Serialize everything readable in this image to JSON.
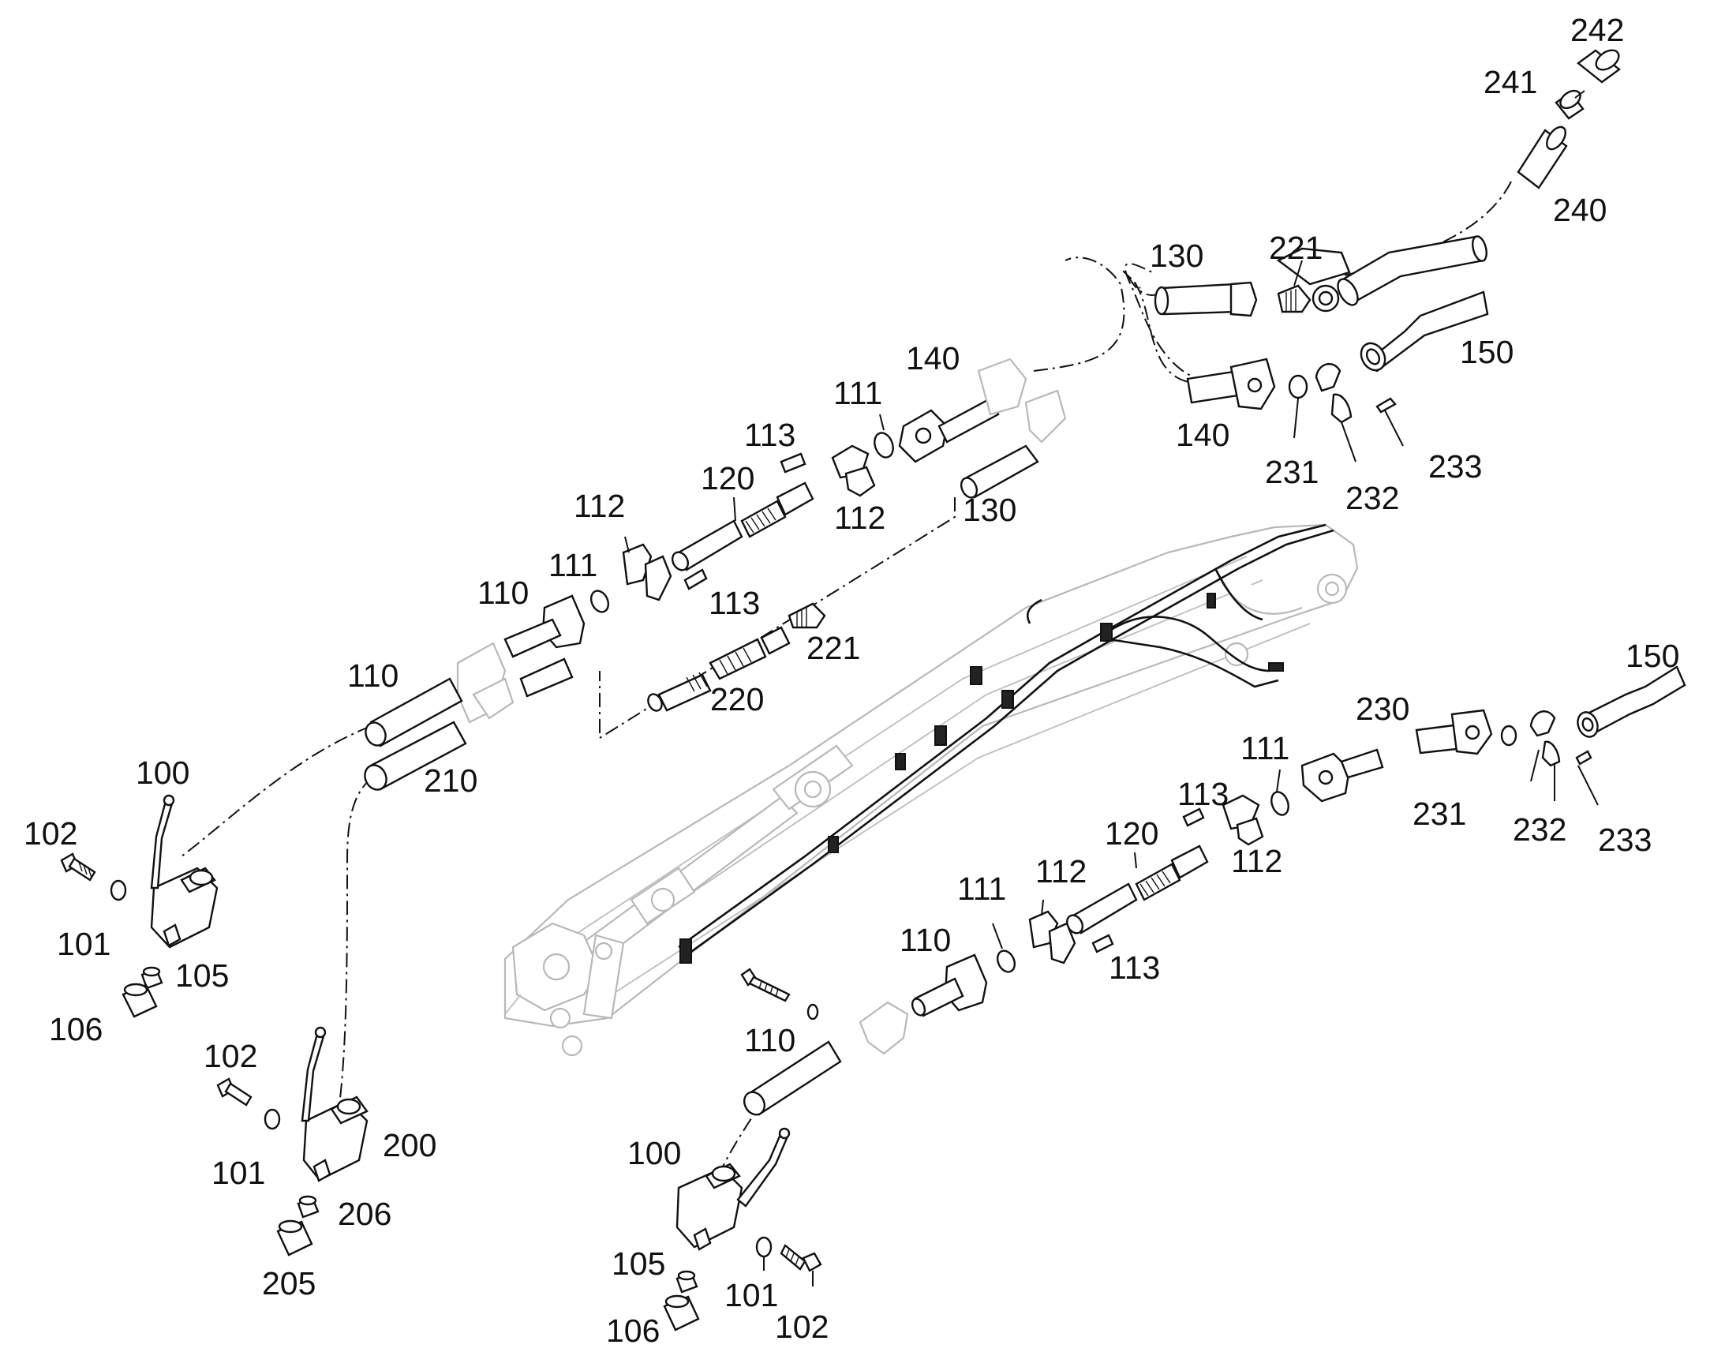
{
  "diagram": {
    "callouts": [
      {
        "id": "c242",
        "text": "242"
      },
      {
        "id": "c241",
        "text": "241"
      },
      {
        "id": "c240",
        "text": "240"
      },
      {
        "id": "c130a",
        "text": "130"
      },
      {
        "id": "c221a",
        "text": "221"
      },
      {
        "id": "c150a",
        "text": "150"
      },
      {
        "id": "c140a",
        "text": "140"
      },
      {
        "id": "c111a",
        "text": "111"
      },
      {
        "id": "c140b",
        "text": "140"
      },
      {
        "id": "c231a",
        "text": "231"
      },
      {
        "id": "c232a",
        "text": "232"
      },
      {
        "id": "c233a",
        "text": "233"
      },
      {
        "id": "c113a",
        "text": "113"
      },
      {
        "id": "c120a",
        "text": "120"
      },
      {
        "id": "c112a",
        "text": "112"
      },
      {
        "id": "c130b",
        "text": "130"
      },
      {
        "id": "c112b",
        "text": "112"
      },
      {
        "id": "c111b",
        "text": "111"
      },
      {
        "id": "c110a",
        "text": "110"
      },
      {
        "id": "c113b",
        "text": "113"
      },
      {
        "id": "c221b",
        "text": "221"
      },
      {
        "id": "c220",
        "text": "220"
      },
      {
        "id": "c110b",
        "text": "110"
      },
      {
        "id": "c210",
        "text": "210"
      },
      {
        "id": "c100a",
        "text": "100"
      },
      {
        "id": "c102a",
        "text": "102"
      },
      {
        "id": "c101a",
        "text": "101"
      },
      {
        "id": "c105a",
        "text": "105"
      },
      {
        "id": "c106a",
        "text": "106"
      },
      {
        "id": "c102b",
        "text": "102"
      },
      {
        "id": "c200",
        "text": "200"
      },
      {
        "id": "c101b",
        "text": "101"
      },
      {
        "id": "c206",
        "text": "206"
      },
      {
        "id": "c205",
        "text": "205"
      },
      {
        "id": "c150b",
        "text": "150"
      },
      {
        "id": "c230",
        "text": "230"
      },
      {
        "id": "c111c",
        "text": "111"
      },
      {
        "id": "c231b",
        "text": "231"
      },
      {
        "id": "c232b",
        "text": "232"
      },
      {
        "id": "c233b",
        "text": "233"
      },
      {
        "id": "c113c",
        "text": "113"
      },
      {
        "id": "c120b",
        "text": "120"
      },
      {
        "id": "c112c",
        "text": "112"
      },
      {
        "id": "c111d",
        "text": "111"
      },
      {
        "id": "c112d",
        "text": "112"
      },
      {
        "id": "c110c",
        "text": "110"
      },
      {
        "id": "c113d",
        "text": "113"
      },
      {
        "id": "c110d",
        "text": "110"
      },
      {
        "id": "c100b",
        "text": "100"
      },
      {
        "id": "c105b",
        "text": "105"
      },
      {
        "id": "c101c",
        "text": "101"
      },
      {
        "id": "c106b",
        "text": "106"
      },
      {
        "id": "c102c",
        "text": "102"
      }
    ]
  }
}
